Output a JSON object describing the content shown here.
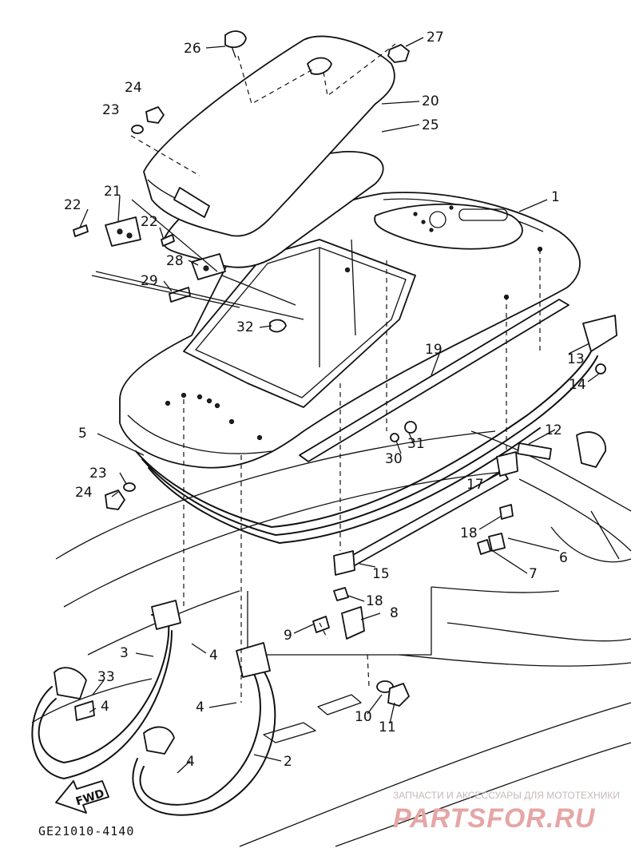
{
  "diagram_code": "GE21010-4140",
  "fwd_label": "FWD",
  "watermark": {
    "caption": "ЗАПЧАСТИ И АКСЕССУАРЫ ДЛЯ МОТОТЕХНИКИ",
    "brand": "PARTSFOR.RU"
  },
  "callouts": {
    "p1": "1",
    "p2": "2",
    "p3": "3",
    "p4a": "4",
    "p4b": "4",
    "p4c": "4",
    "p4d": "4",
    "p5": "5",
    "p6": "6",
    "p7": "7",
    "p8": "8",
    "p9": "9",
    "p10": "10",
    "p11": "11",
    "p12": "12",
    "p13": "13",
    "p14": "14",
    "p15": "15",
    "p17": "17",
    "p18a": "18",
    "p18b": "18",
    "p19": "19",
    "p20": "20",
    "p21": "21",
    "p22a": "22",
    "p22b": "22",
    "p23a": "23",
    "p23b": "23",
    "p24a": "24",
    "p24b": "24",
    "p25": "25",
    "p26": "26",
    "p27": "27",
    "p28": "28",
    "p29": "29",
    "p30": "30",
    "p31": "31",
    "p32": "32",
    "p33": "33"
  }
}
